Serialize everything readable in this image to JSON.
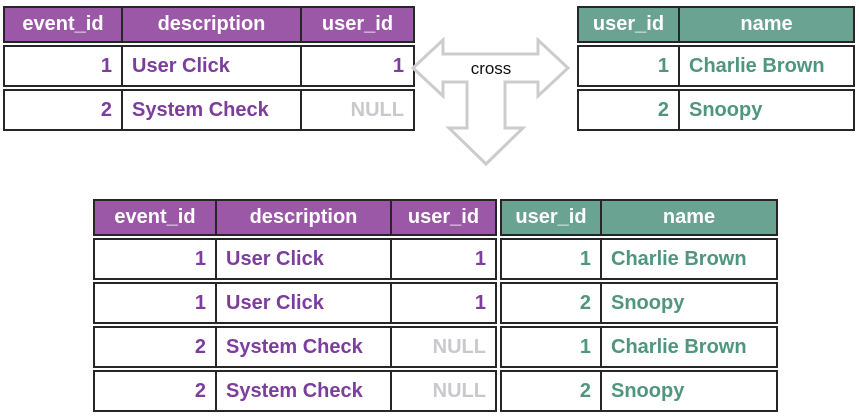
{
  "join_label": "cross",
  "colors": {
    "purple_header": "#9a58a6",
    "purple_text": "#7c3d9c",
    "green_header": "#6aa392",
    "green_text": "#4f957f",
    "null_text": "#c9c9cd",
    "border": "#262626",
    "arrow": "#cccccc"
  },
  "left_table": {
    "columns": [
      "event_id",
      "description",
      "user_id"
    ],
    "rows": [
      [
        "1",
        "User Click",
        "1"
      ],
      [
        "2",
        "System Check",
        "NULL"
      ]
    ]
  },
  "right_table": {
    "columns": [
      "user_id",
      "name"
    ],
    "rows": [
      [
        "1",
        "Charlie Brown"
      ],
      [
        "2",
        "Snoopy"
      ]
    ]
  },
  "result_table": {
    "columns": [
      "event_id",
      "description",
      "user_id",
      "user_id",
      "name"
    ],
    "rows": [
      [
        "1",
        "User Click",
        "1",
        "1",
        "Charlie Brown"
      ],
      [
        "1",
        "User Click",
        "1",
        "2",
        "Snoopy"
      ],
      [
        "2",
        "System Check",
        "NULL",
        "1",
        "Charlie Brown"
      ],
      [
        "2",
        "System Check",
        "NULL",
        "2",
        "Snoopy"
      ]
    ]
  }
}
